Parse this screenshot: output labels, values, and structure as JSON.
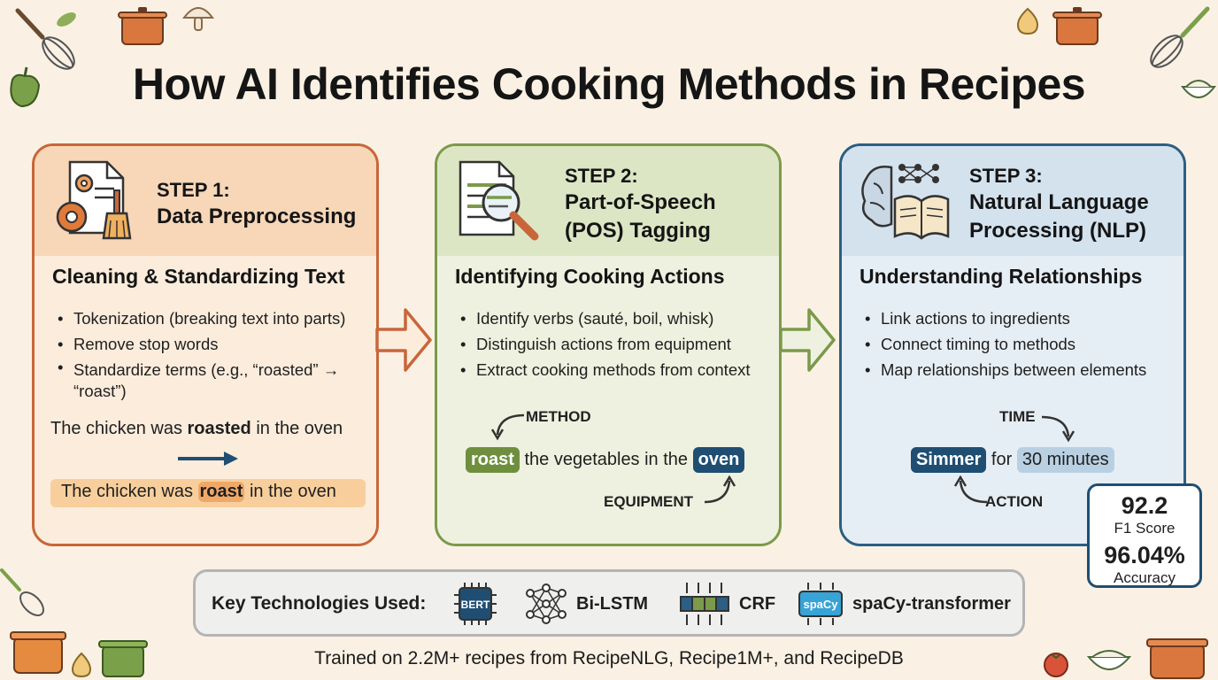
{
  "title": "How AI Identifies Cooking Methods in Recipes",
  "steps": [
    {
      "step": "STEP 1:",
      "name": "Data Preprocessing",
      "subtitle": "Cleaning & Standardizing Text",
      "bullets": [
        "Tokenization (breaking text into parts)",
        "Remove stop words",
        "Standardize terms (e.g., “roasted” → “roast”)"
      ],
      "example_before": {
        "pre": "The chicken was ",
        "bold": "roasted",
        "post": " in the oven"
      },
      "example_after": {
        "pre": "The chicken was ",
        "bold": "roast",
        "post": " in the oven"
      }
    },
    {
      "step": "STEP 2:",
      "name_line1": "Part-of-Speech",
      "name_line2": "(POS) Tagging",
      "subtitle": "Identifying Cooking Actions",
      "bullets": [
        "Identify verbs (sauté, boil, whisk)",
        "Distinguish actions from equipment",
        "Extract cooking methods from context"
      ],
      "tag_method": "METHOD",
      "tag_equipment": "EQUIPMENT",
      "example": {
        "verb": "roast",
        "middle": " the vegetables in the ",
        "noun": "oven"
      }
    },
    {
      "step": "STEP 3:",
      "name_line1": "Natural Language",
      "name_line2": "Processing (NLP)",
      "subtitle": "Understanding Relationships",
      "bullets": [
        "Link actions to ingredients",
        "Connect timing to methods",
        "Map relationships between elements"
      ],
      "tag_time": "TIME",
      "tag_action": "ACTION",
      "example": {
        "verb": "Simmer",
        "middle": " for ",
        "time": "30 minutes"
      }
    }
  ],
  "metrics": {
    "f1_value": "92.2",
    "f1_label": "F1 Score",
    "acc_value": "96.04%",
    "acc_label": "Accuracy"
  },
  "technologies": {
    "label": "Key Technologies Used:",
    "items": [
      "Bi-LSTM",
      "CRF",
      "spaCy-transformer"
    ],
    "bert_chip": "BERT",
    "spacy_chip": "spaCy"
  },
  "footer": "Trained on 2.2M+ recipes from RecipeNLG, Recipe1M+, and RecipeDB",
  "colors": {
    "step1": "#c8663a",
    "step2": "#7b9a4a",
    "step3": "#2c5f83",
    "background": "#faf1e4"
  },
  "icons": [
    "whisk-icon",
    "pot-icon",
    "pepper-icon",
    "garlic-icon",
    "rice-bowl-icon",
    "document-gear-icon",
    "document-magnifier-icon",
    "brain-network-book-icon",
    "chip-icon",
    "neural-network-icon",
    "crf-grid-icon"
  ]
}
